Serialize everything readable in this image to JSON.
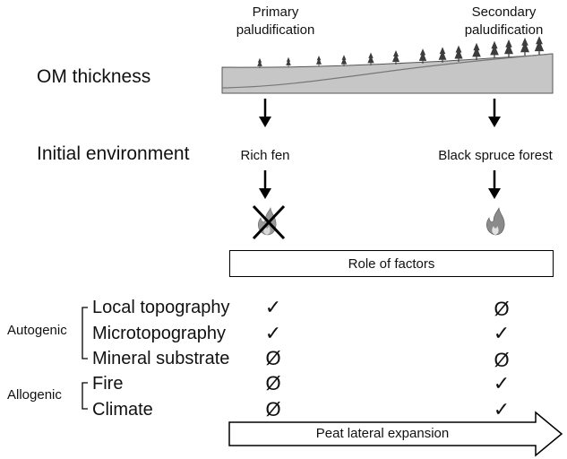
{
  "columns": {
    "primary": "Primary\npaludification",
    "secondary": "Secondary\npaludification"
  },
  "rows": {
    "om_thickness": "OM thickness",
    "initial_environment": "Initial environment"
  },
  "environments": {
    "primary": "Rich fen",
    "secondary": "Black spruce forest"
  },
  "role_box": "Role of factors",
  "groups": {
    "autogenic": "Autogenic",
    "allogenic": "Allogenic"
  },
  "factors": [
    {
      "name": "Local topography",
      "primary": "✓",
      "secondary": "Ø"
    },
    {
      "name": "Microtopography",
      "primary": "✓",
      "secondary": "✓"
    },
    {
      "name": "Mineral substrate",
      "primary": "Ø",
      "secondary": "Ø"
    },
    {
      "name": "Fire",
      "primary": "Ø",
      "secondary": "✓"
    },
    {
      "name": "Climate",
      "primary": "Ø",
      "secondary": "✓"
    }
  ],
  "expansion_arrow": "Peat lateral expansion",
  "icons": {
    "fire_primary": "fire-icon-crossed",
    "fire_secondary": "fire-icon"
  },
  "colors": {
    "profile_fill": "#c4c4c4",
    "tree": "#3c3c3c",
    "flame": "#8a8a8a"
  }
}
